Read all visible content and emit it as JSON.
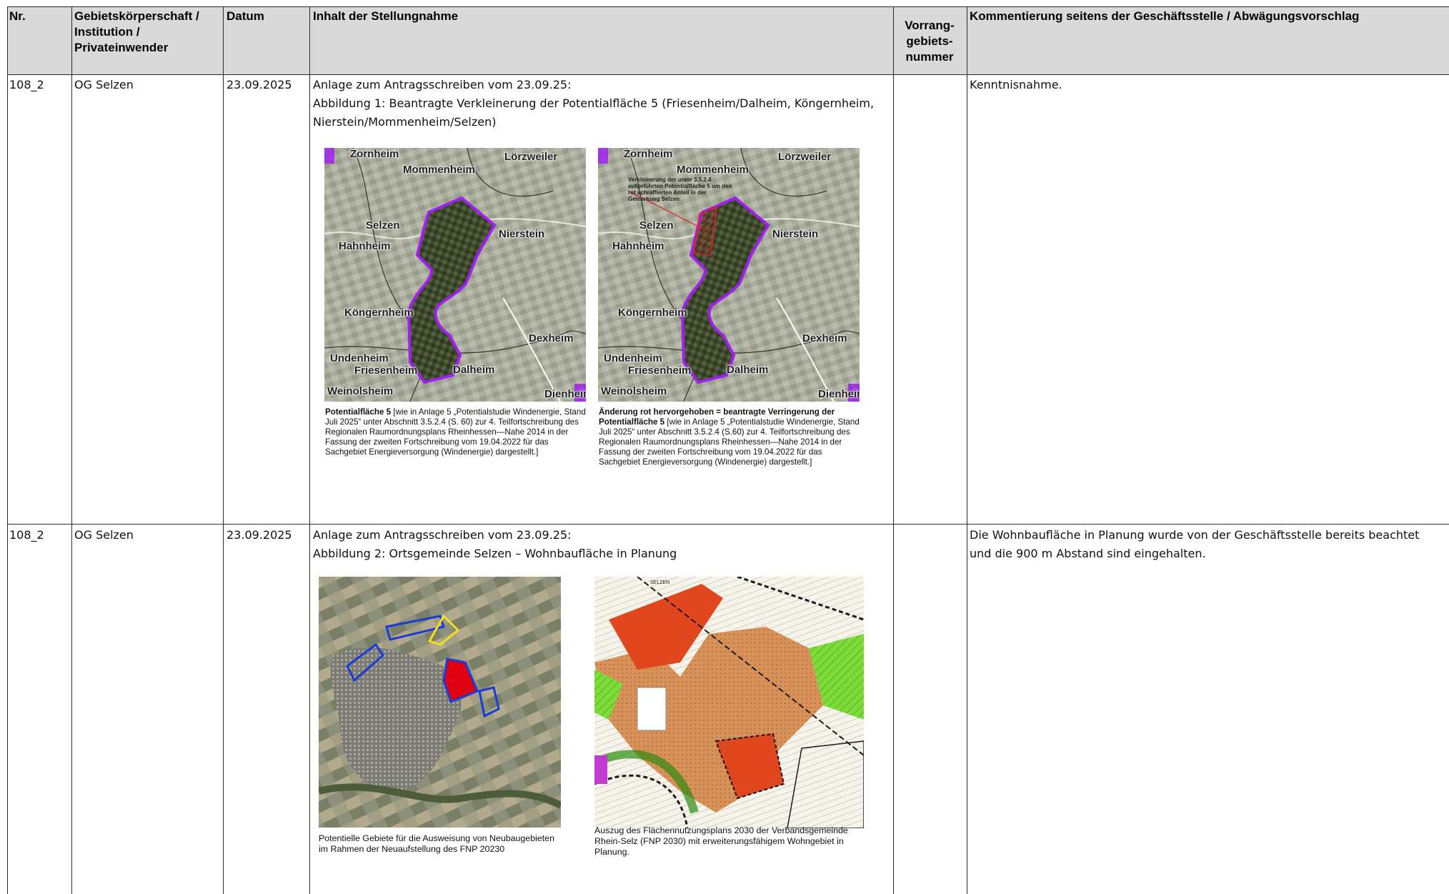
{
  "table": {
    "headers": {
      "nr": "Nr.",
      "body": "Gebietskörperschaft / Institution / Privateinwender",
      "date": "Datum",
      "content": "Inhalt der Stellungnahme",
      "priority": "Vorrang- gebiets- nummer",
      "comment": "Kommentierung seitens der Geschäftsstelle / Abwägungsvorschlag"
    },
    "rows": [
      {
        "nr": "108_2",
        "body": "OG Selzen",
        "date": "23.09.2025",
        "content_line1": "Anlage zum Antragsschreiben vom 23.09.25:",
        "content_line2": "Abbildung 1: Beantragte Verkleinerung der Potentialfläche 5 (Friesenheim/Dalheim, Köngernheim, Nierstein/Mommenheim/Selzen)",
        "priority": "",
        "comment": "Kenntnisnahme."
      },
      {
        "nr": "108_2",
        "body": "OG Selzen",
        "date": "23.09.2025",
        "content_line1": "Anlage zum Antragsschreiben vom 23.09.25:",
        "content_line2": "Abbildung 2: Ortsgemeinde Selzen – Wohnbaufläche in Planung",
        "priority": "",
        "comment": "Die Wohnbaufläche in Planung wurde von der Geschäftsstelle bereits beachtet und die 900 m Abstand sind eingehalten."
      }
    ]
  },
  "figure1": {
    "place_labels": [
      "Zornheim",
      "Mommenheim",
      "Lörzweiler",
      "Selzen",
      "Hahnheim",
      "Nierstein",
      "Köngernheim",
      "Dexheim",
      "Undenheim",
      "Friesenheim",
      "Dalheim",
      "Weinolsheim",
      "Dienheim"
    ],
    "annotation": "Verkleinerung der unter 3.5.2.4 aufgeführten Potentialfläche 5 um den rot schraffierten Anteil in der Gemarkung Selzen",
    "caption_left_bold": "Potentialfläche 5",
    "caption_left_rest": " [wie in Anlage 5 „Potentialstudie Windenergie, Stand Juli 2025“ unter Abschnitt 3.5.2.4 (S. 60) zur 4. Teilfortschreibung des Regionalen Raumordnungsplans Rheinhessen—Nahe 2014 in der Fassung der zweiten Fortschreibung vom 19.04.2022 für das Sachgebiet Energieversorgung (Windenergie) dargestellt.]",
    "caption_right_bold": "Änderung rot hervorgehoben = beantragte Verringerung der Potentialfläche 5",
    "caption_right_rest": " [wie in Anlage 5 „Potentialstudie Windenergie, Stand Juli 2025“ unter Abschnitt 3.5.2.4 (S.60) zur 4. Teilfortschreibung des Regionalen Raumordnungsplans Rheinhessen—Nahe 2014 in der Fassung der zweiten Fortschreibung vom 19.04.2022 für das Sachgebiet Energieversorgung (Windenergie) dargestellt.]"
  },
  "figure2": {
    "map_label": "SELZEN",
    "caption_left": "Potentielle Gebiete für die Ausweisung von Neubaugebieten im Rahmen der Neuaufstellung des FNP 20230",
    "caption_right": "Auszug des Flächennutzungsplans 2030 der Verbandsgemeinde Rhein-Selz (FNP 2030) mit erweiterungsfähigem Wohngebiet in Planung."
  },
  "colors": {
    "header_bg": "#d9d9d9",
    "grid": "#2b2b2b",
    "potential_area_outline": "#a020f0",
    "hatch_red": "#e0202a",
    "fnp_residential": "#e0471f",
    "fnp_green": "#6ad020"
  }
}
